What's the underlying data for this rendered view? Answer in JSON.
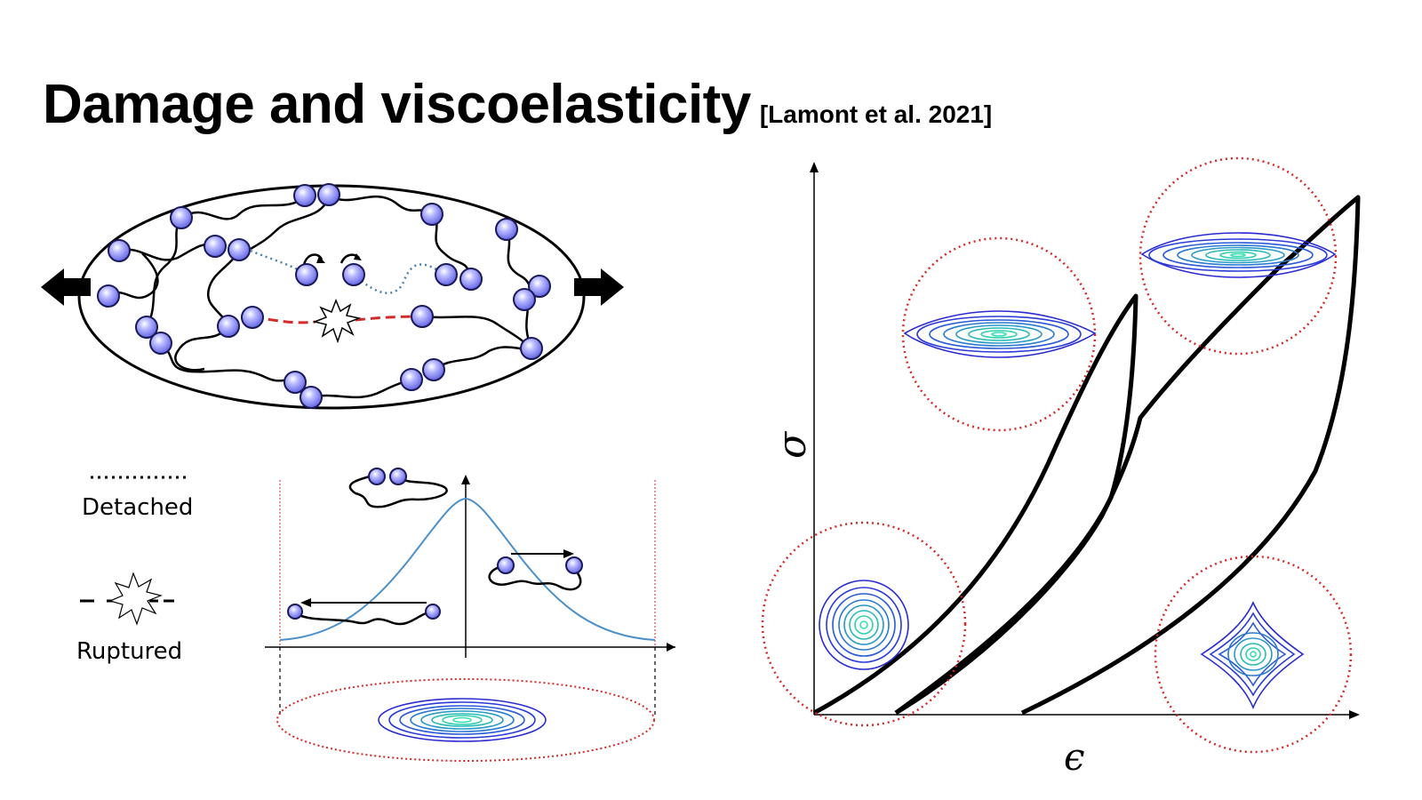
{
  "title": "Damage and viscoelasticity",
  "citation": "[Lamont et al. 2021]",
  "legend": {
    "detached_label": "Detached",
    "ruptured_label": "Ruptured"
  },
  "plot": {
    "y_axis_symbol": "σ",
    "x_axis_symbol": "ϵ"
  },
  "colors": {
    "bead": "#7d7ff0",
    "bead_outline": "#1a1a5a",
    "detached_chain": "#4a7fa6",
    "ruptured_chain": "#d42a2a",
    "distribution_curve": "#4b90c8",
    "dotted_circle": "#d42a2a",
    "contour_outer": "#2a2ad0",
    "contour_inner": "#36e0b0"
  }
}
